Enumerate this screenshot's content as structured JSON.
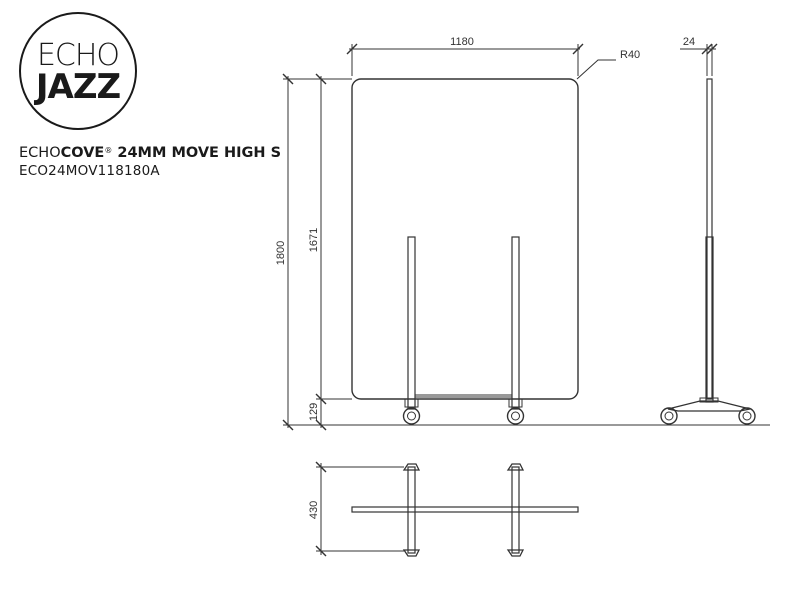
{
  "logo": {
    "top": "ECHO",
    "bottom": "JAZZ"
  },
  "product": {
    "name_light": "ECHO",
    "name_bold": "COVE",
    "mark": "®",
    "name_rest": " 24MM MOVE HIGH S",
    "code": "ECO24MOV118180A"
  },
  "dimensions": {
    "width": "1180",
    "radius": "R40",
    "thickness": "24",
    "total_height": "1800",
    "panel_height": "1671",
    "clearance": "129",
    "depth": "430"
  },
  "colors": {
    "line": "#333333",
    "text": "#1a1a1a",
    "background": "#ffffff"
  }
}
